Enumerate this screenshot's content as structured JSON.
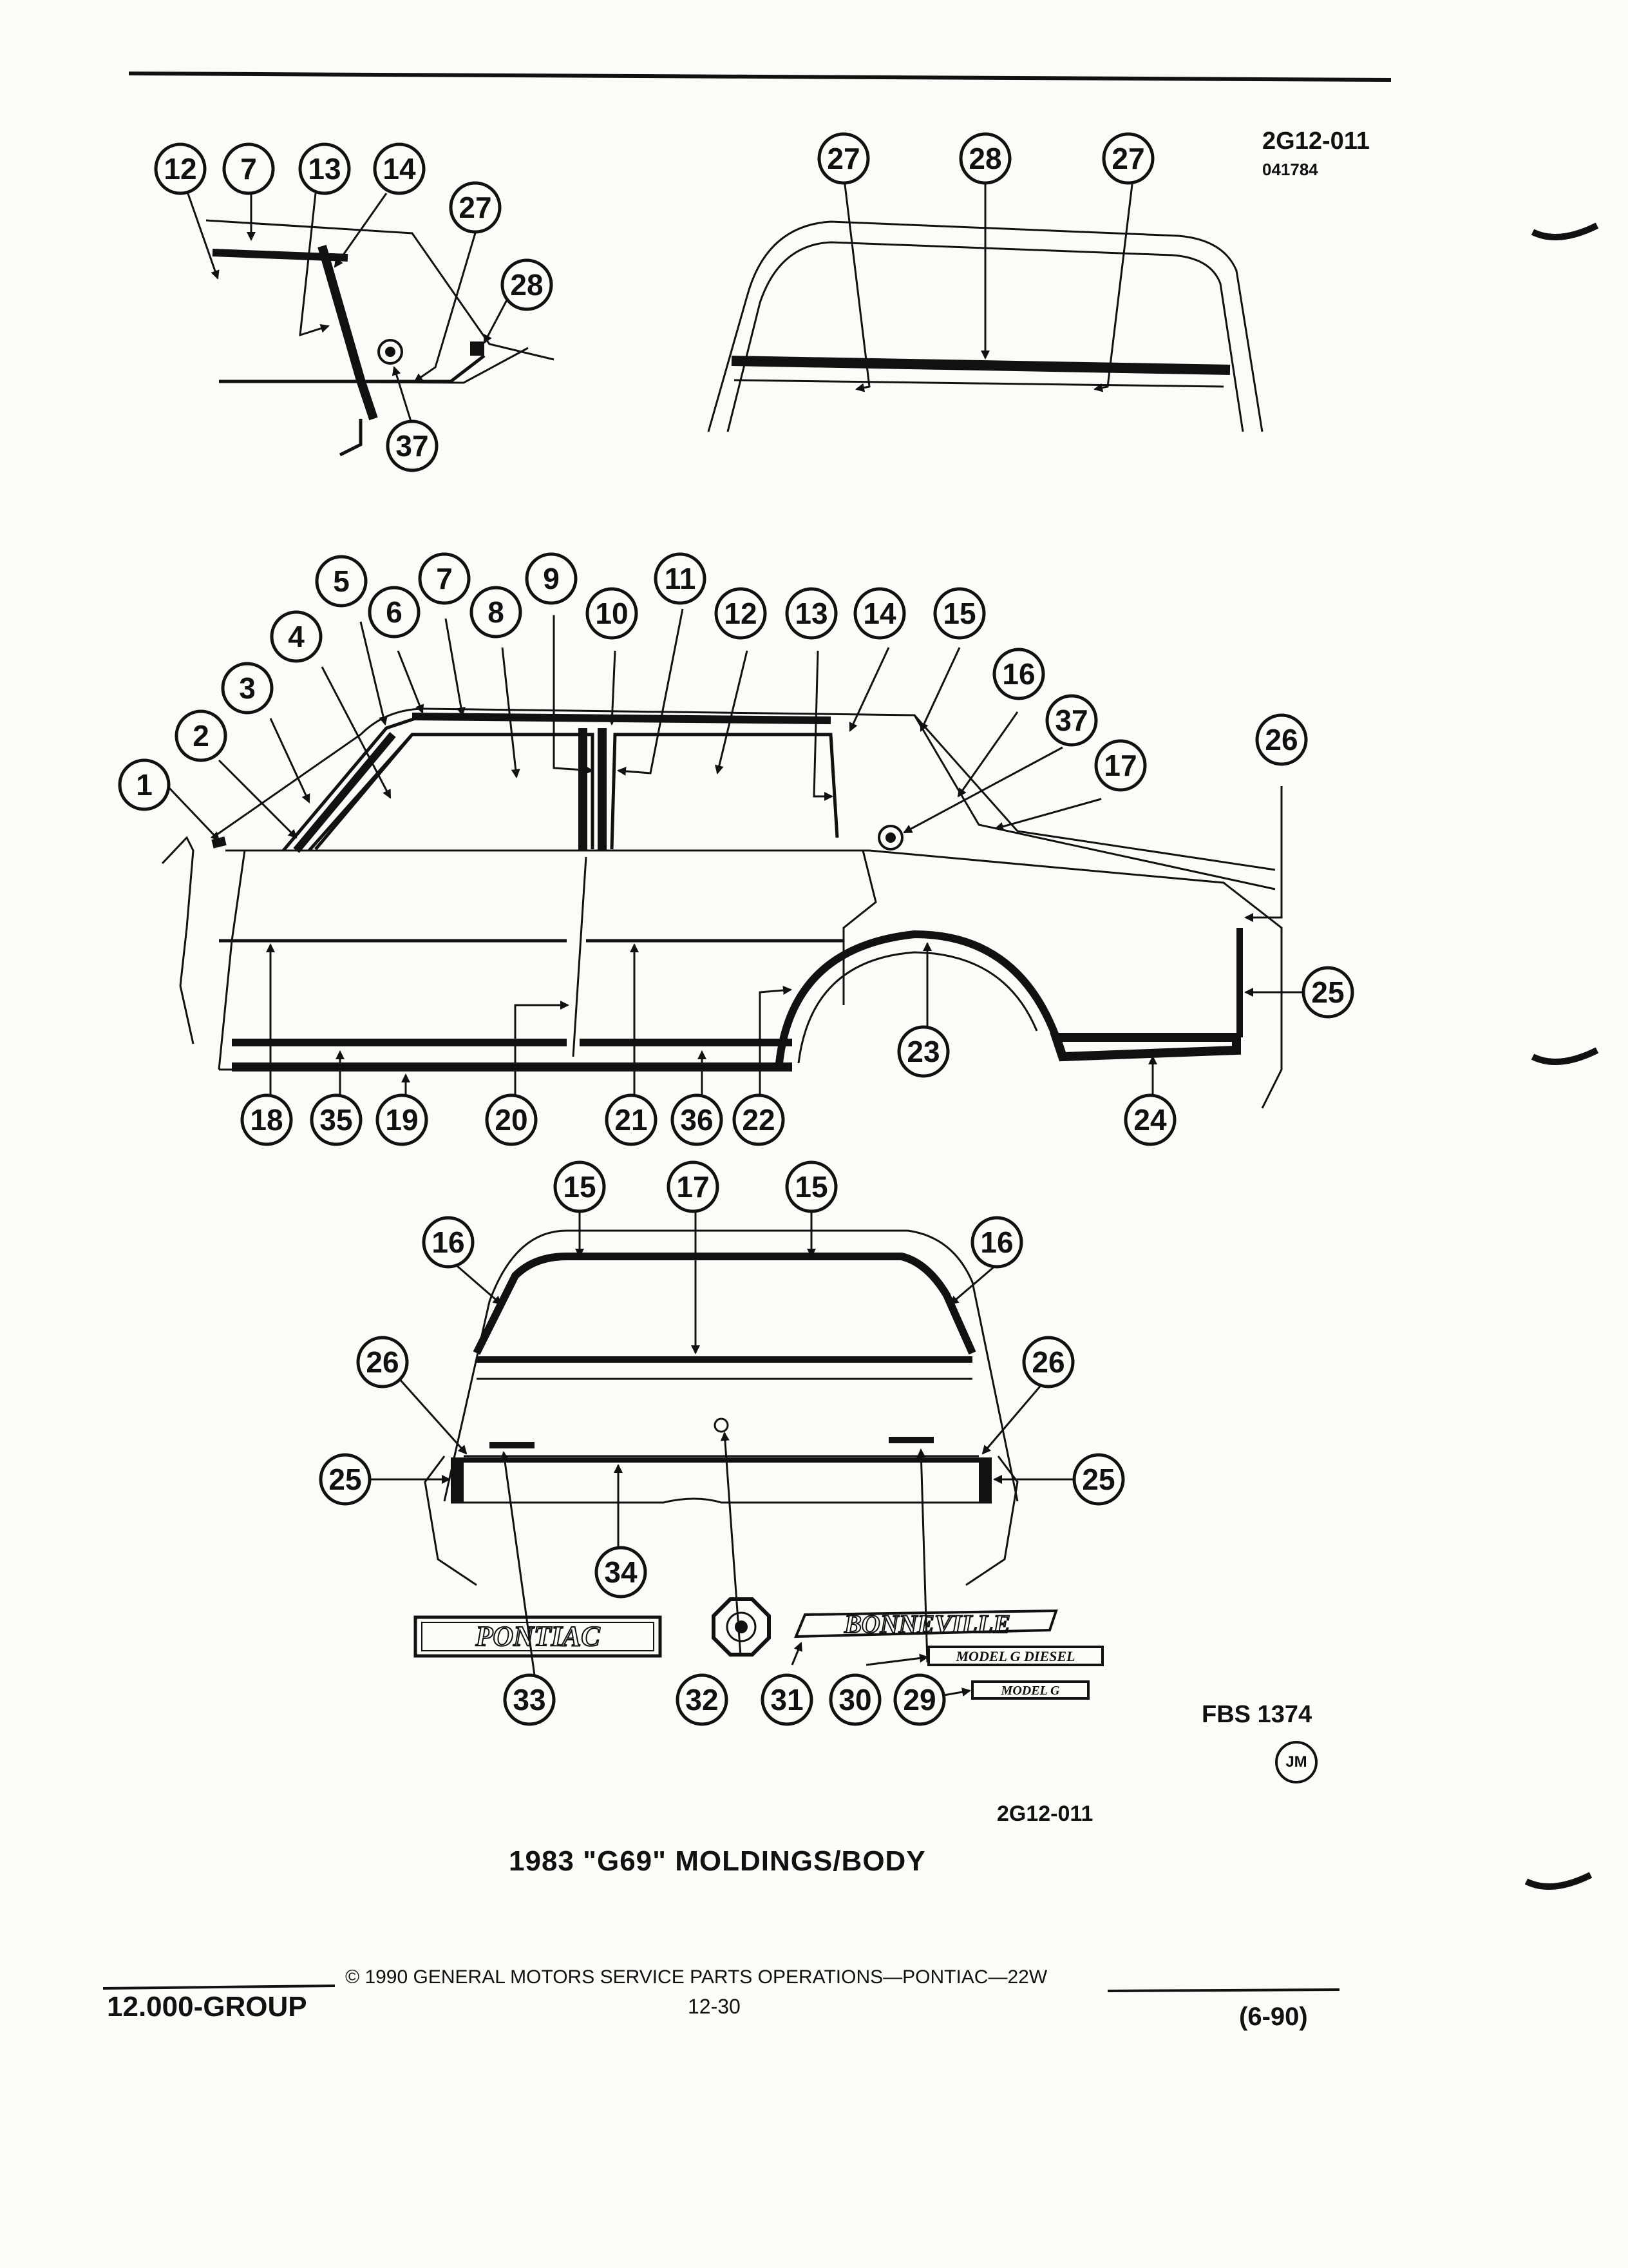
{
  "header": {
    "code": "2G12-011",
    "date_code": "041784"
  },
  "figure": {
    "fbs": "FBS 1374",
    "artist": "JM",
    "code": "2G12-011",
    "caption": "1983 \"G69\" MOLDINGS/BODY"
  },
  "emblems": {
    "pontiac": "PONTIAC",
    "bonneville": "BONNEVILLE",
    "model_g_diesel": "MODEL G DIESEL",
    "model_g": "MODEL G"
  },
  "callouts": {
    "top_left": [
      "12",
      "7",
      "13",
      "14",
      "27",
      "28",
      "37"
    ],
    "top_right": [
      "27",
      "28",
      "27"
    ],
    "side": [
      "1",
      "2",
      "3",
      "4",
      "5",
      "6",
      "7",
      "8",
      "9",
      "10",
      "11",
      "12",
      "13",
      "14",
      "15",
      "16",
      "37",
      "17",
      "26",
      "25",
      "18",
      "35",
      "19",
      "20",
      "21",
      "36",
      "22",
      "23",
      "24"
    ],
    "rear": [
      "15",
      "17",
      "15",
      "16",
      "16",
      "26",
      "26",
      "25",
      "25",
      "34",
      "33",
      "32",
      "31",
      "30",
      "29"
    ]
  },
  "footer": {
    "group": "12.000-GROUP",
    "copyright": "© 1990 GENERAL MOTORS SERVICE PARTS OPERATIONS—PONTIAC—22W",
    "page": "12-30",
    "date": "(6-90)"
  }
}
